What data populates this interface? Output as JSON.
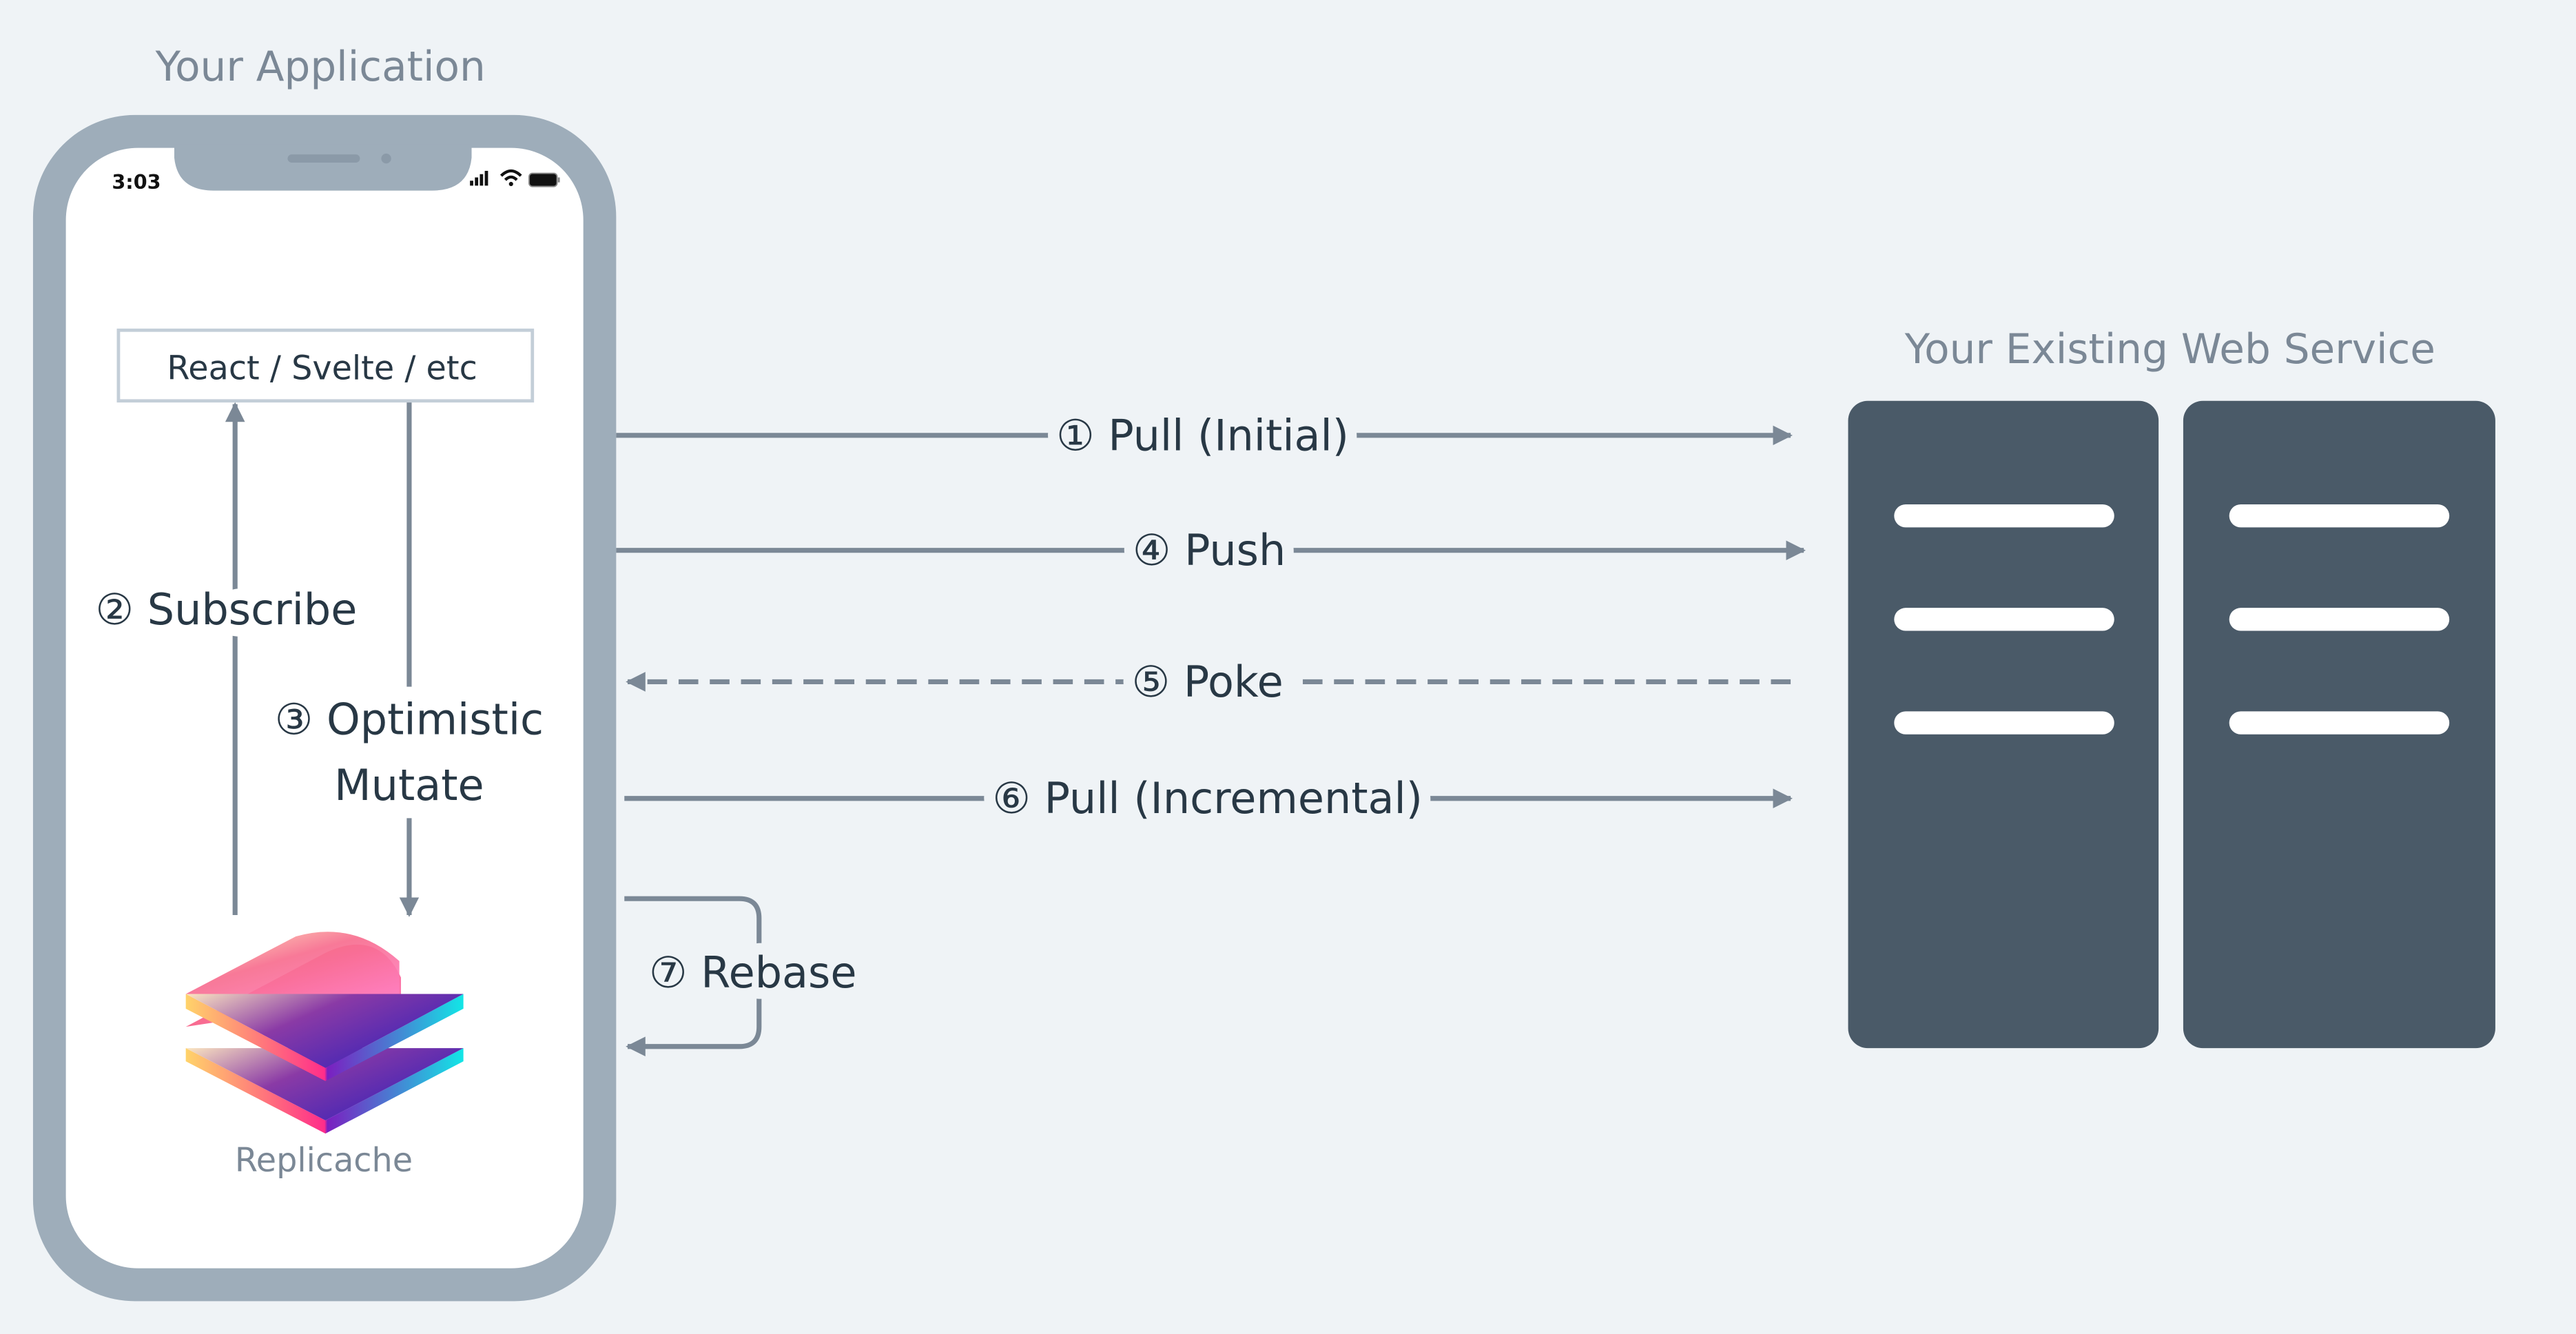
{
  "app_title": "Your Application",
  "service_title": "Your Existing Web Service",
  "phone": {
    "status_time": "3:03",
    "status_icons": [
      "signal-icon",
      "wifi-icon",
      "battery-icon"
    ],
    "framework_box": "React / Svelte / etc",
    "library_name": "Replicache"
  },
  "steps": {
    "subscribe": "② Subscribe",
    "mutate_line1": "③ Optimistic",
    "mutate_line2": "Mutate",
    "pull_initial": "① Pull (Initial)",
    "push": "④ Push",
    "poke": "⑤ Poke",
    "pull_incremental": "⑥ Pull (Incremental)",
    "rebase": "⑦ Rebase"
  },
  "colors": {
    "background": "#eff3f6",
    "phone_frame": "#9eadba",
    "server": "#4a5a68",
    "arrow": "#7b8896",
    "text": "#283845"
  }
}
